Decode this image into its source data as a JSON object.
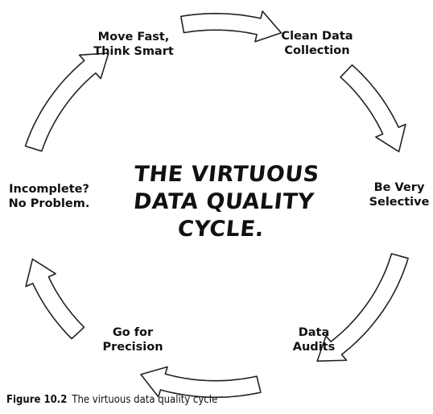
{
  "diagram": {
    "title_lines": [
      "THE VIRTUOUS",
      "DATA QUALITY CYCLE."
    ],
    "steps": [
      {
        "lines": [
          "Clean Data",
          "Collection"
        ]
      },
      {
        "lines": [
          "Be Very",
          "Selective"
        ]
      },
      {
        "lines": [
          "Data",
          "Audits"
        ]
      },
      {
        "lines": [
          "Go for",
          "Precision"
        ]
      },
      {
        "lines": [
          "Incomplete?",
          "No Problem."
        ]
      },
      {
        "lines": [
          "Move Fast,",
          "Think Smart"
        ]
      }
    ],
    "arrow_fill": "#ffffff",
    "arrow_stroke": "#222222"
  },
  "caption": {
    "label": "Figure 10.2",
    "text": "The virtuous data quality cycle"
  }
}
